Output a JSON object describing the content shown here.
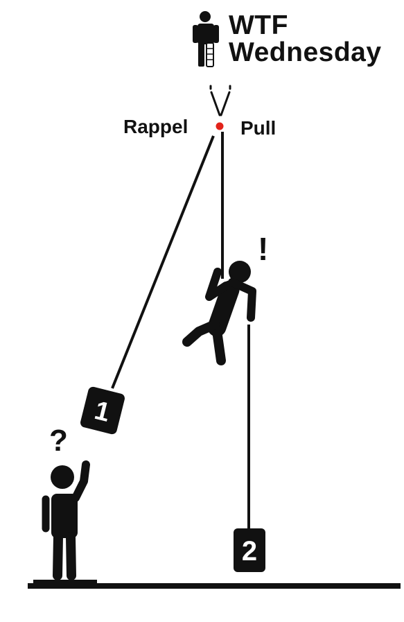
{
  "header": {
    "title_line_1": "WTF",
    "title_line_2": "Wednesday",
    "logo_icon": "injured-person-icon"
  },
  "labels": {
    "rappel": "Rappel",
    "pull": "Pull",
    "exclamation": "!",
    "question": "?"
  },
  "knots": {
    "knot_1": "1",
    "knot_2": "2"
  },
  "colors": {
    "ink": "#111111",
    "anchor": "#e2231a",
    "background": "#ffffff"
  }
}
